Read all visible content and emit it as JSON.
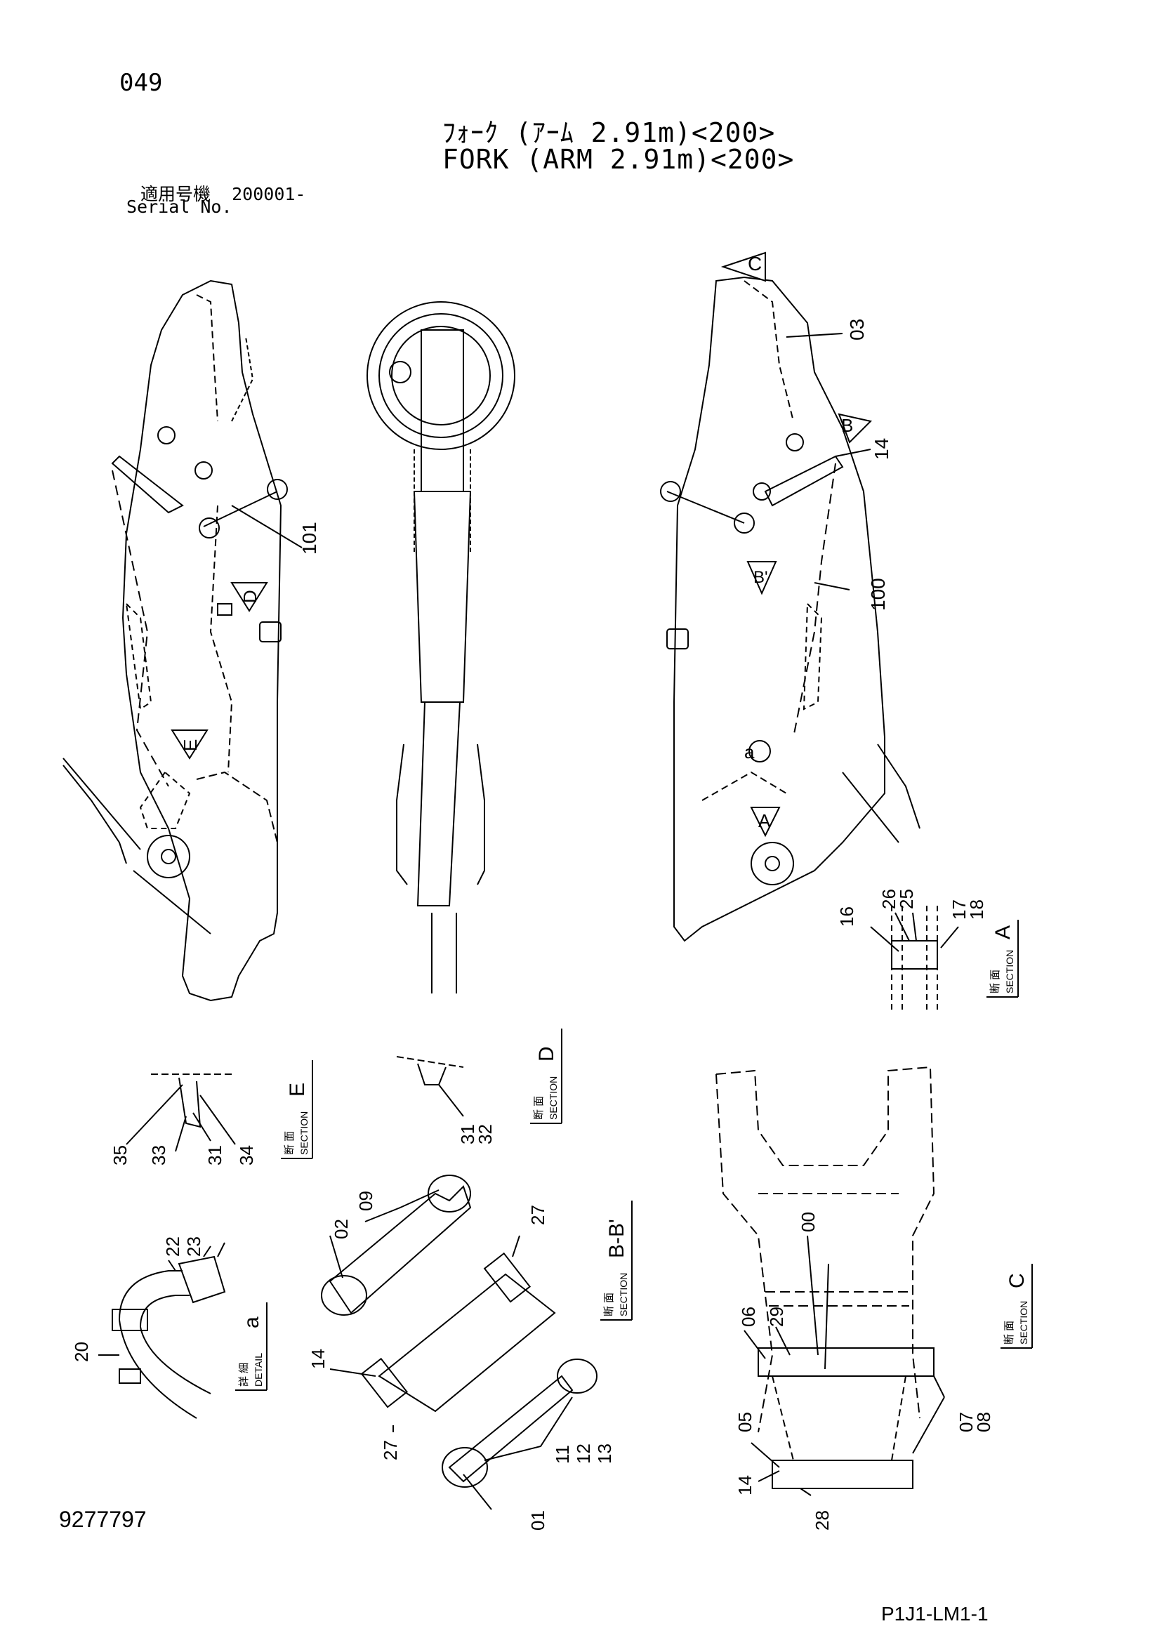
{
  "header": {
    "page_number": "049",
    "title_jp": "ﾌｫｰｸ (ｱｰﾑ 2.91m)<200>",
    "title_en": "FORK (ARM 2.91m)<200>",
    "serial_label_jp": "適用号機",
    "serial_value": "200001-",
    "serial_label_en": "Serial No."
  },
  "footer": {
    "drawing_number": "9277797",
    "sheet_code": "P1J1-LM1-1"
  },
  "section_marks": {
    "C": "C",
    "B": "B",
    "B_prime": "B'",
    "D": "D",
    "E": "E",
    "A": "A",
    "a": "a"
  },
  "callouts": {
    "p101": "101",
    "p03": "03",
    "p14": "14",
    "p100": "100",
    "p16": "16",
    "p26": "26",
    "p25": "25",
    "p17": "17",
    "p18": "18",
    "p35": "35",
    "p33": "33",
    "p31": "31",
    "p34": "34",
    "p31b": "31",
    "p32": "32",
    "p02": "02",
    "p09": "09",
    "p27": "27",
    "p27b": "27",
    "p14b": "14",
    "p01": "01",
    "p11": "11",
    "p12": "12",
    "p13": "13",
    "p22": "22",
    "p23": "23",
    "p20": "20",
    "p00": "00",
    "p06": "06",
    "p29": "29",
    "p05": "05",
    "p14c": "14",
    "p28": "28",
    "p07": "07",
    "p08": "08"
  },
  "section_labels": {
    "A": {
      "jp": "断 面",
      "en": "SECTION",
      "letter": "A"
    },
    "E": {
      "jp": "断 面",
      "en": "SECTION",
      "letter": "E"
    },
    "D": {
      "jp": "断 面",
      "en": "SECTION",
      "letter": "D"
    },
    "BB": {
      "jp": "断 面",
      "en": "SECTION",
      "letter": "B-B'"
    },
    "C": {
      "jp": "断 面",
      "en": "SECTION",
      "letter": "C"
    },
    "a": {
      "jp": "詳 細",
      "en": "DETAIL",
      "letter": "a"
    }
  }
}
